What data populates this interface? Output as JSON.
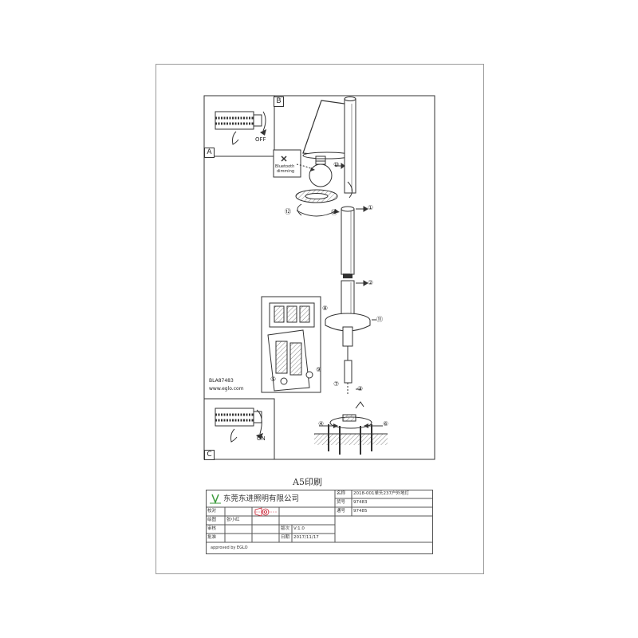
{
  "corner_labels": {
    "a": "A",
    "b": "B",
    "c": "C"
  },
  "insets": {
    "top_label": "OFF",
    "bottom_label": "ON"
  },
  "bulb_box": {
    "line1": "Bluetooth",
    "line2": "dimming"
  },
  "model_info": {
    "code": "BLA87483",
    "website": "www.eglo.com"
  },
  "step_labels": [
    "①",
    "②",
    "③",
    "④",
    "⑤",
    "⑥",
    "⑦",
    "⑧",
    "⑨",
    "⑩",
    "⑪",
    "⑫",
    "⑬"
  ],
  "print_title": "A5印刷",
  "title_block": {
    "company": "东莞东进照明有限公司",
    "rows": [
      {
        "label": "名称",
        "value": "2018-001单头237户外地灯"
      },
      {
        "label": "货号",
        "value": "97483"
      },
      {
        "label": "通号",
        "value": "97485"
      }
    ],
    "left_rows": [
      {
        "label": "校对",
        "value": ""
      },
      {
        "label": "绘图",
        "value": "张小红"
      },
      {
        "label": "审核",
        "value": ""
      },
      {
        "label": "批准",
        "value": ""
      }
    ],
    "version_label": "版次",
    "version_value": "V:1.0",
    "date_label": "日期",
    "date_value": "2017/11/17",
    "approved": "approved by EGLO"
  },
  "colors": {
    "line": "#333333",
    "frame": "#9a9a9a",
    "ground": "#777777"
  }
}
